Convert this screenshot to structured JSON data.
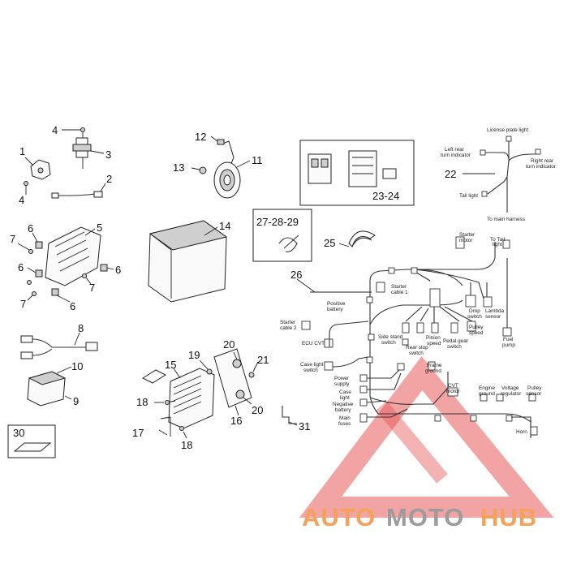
{
  "callouts": {
    "c1": "1",
    "c2": "2",
    "c3": "3",
    "c4a": "4",
    "c4b": "4",
    "c5": "5",
    "c6a": "6",
    "c6b": "6",
    "c6c": "6",
    "c6d": "6",
    "c7a": "7",
    "c7b": "7",
    "c7c": "7",
    "c8": "8",
    "c9": "9",
    "c10": "10",
    "c11": "11",
    "c12": "12",
    "c13": "13",
    "c14": "14",
    "c15": "15",
    "c16": "16",
    "c17": "17",
    "c18a": "18",
    "c18b": "18",
    "c19": "19",
    "c20a": "20",
    "c20b": "20",
    "c21": "21",
    "c22": "22",
    "c23": "23-24",
    "c25": "25",
    "c26": "26",
    "c27": "27-28-29",
    "c30": "30",
    "c31": "31"
  },
  "wiring_labels": {
    "license_plate_light": "License plate light",
    "left_rear_turn": [
      "Left rear",
      "turn indicator"
    ],
    "right_rear_turn": [
      "Right rear",
      "turn indicator"
    ],
    "tail_light": "Tail light",
    "to_main_harness": "To main harness",
    "starter_motor": [
      "Starter",
      "motor"
    ],
    "to_tail_light": [
      "To Tail",
      "light"
    ],
    "starter_cable_1": [
      "Starter",
      "cable 1"
    ],
    "positive_battery": [
      "Positive",
      "battery"
    ],
    "starter_cable_2": [
      "Starter",
      "cable 2"
    ],
    "drop_switch": [
      "Drop",
      "switch"
    ],
    "lambda_sensor": [
      "Lambda",
      "sensor"
    ],
    "pulley_speed": [
      "Pulley",
      "speed"
    ],
    "fuel_pump": [
      "Fuel",
      "pump"
    ],
    "ecu_cvt": "ECU CVT",
    "side_stand_switch": [
      "Side stand",
      "switch"
    ],
    "pinion_speed": [
      "Pinion",
      "speed"
    ],
    "pedal_gear_switch": [
      "Pedal gear",
      "switch"
    ],
    "rear_stop_switch": [
      "Rear stop",
      "switch"
    ],
    "case_light_switch": [
      "Case light",
      "switch"
    ],
    "frame_ground": [
      "Frame",
      "ground"
    ],
    "power_supply": [
      "Power",
      "supply"
    ],
    "case_light": [
      "Case",
      "light"
    ],
    "negative_battery": [
      "Negative",
      "battery"
    ],
    "main_fuses": [
      "Main",
      "fuses"
    ],
    "cvt_motor": [
      "CVT",
      "motor"
    ],
    "engine_ground": [
      "Engine",
      "ground"
    ],
    "voltage_regulator": [
      "Voltage",
      "regulator"
    ],
    "pulley_sensor": [
      "Pulley",
      "sensor"
    ],
    "horn": "Horn"
  },
  "watermark": {
    "part1": "AUTO",
    "part2": "MOTO",
    "part3": "HUB",
    "color_orange": "#f4a25a",
    "color_gray": "#9c9c9c",
    "color_red": "#e23a3a"
  }
}
